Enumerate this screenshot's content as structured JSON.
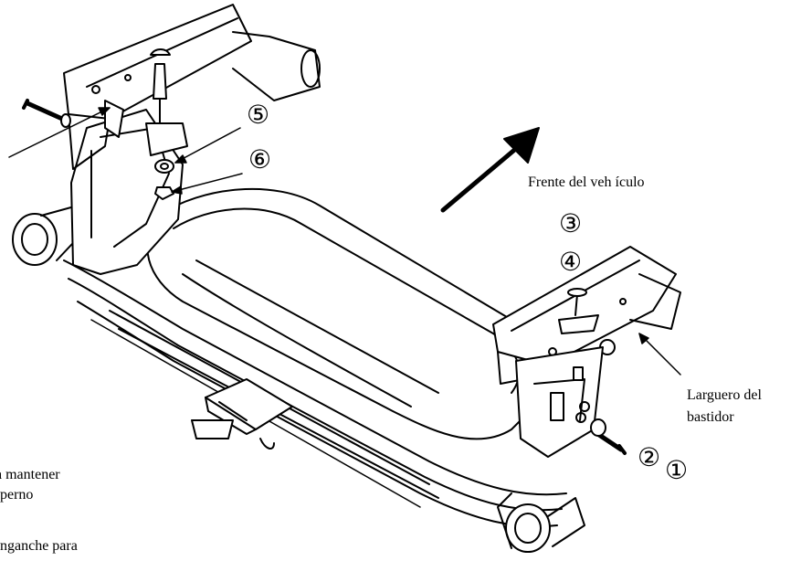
{
  "labels": {
    "vehicle_front": "Frente del veh ículo",
    "frame_rail_line1": "Larguero del",
    "frame_rail_line2": "bastidor",
    "partial_line1": "a mantener",
    "partial_line2": "perno",
    "partial_line3": "nganche para"
  },
  "callouts": {
    "c1": "①",
    "c2": "②",
    "c3": "③",
    "c4": "④",
    "c5": "⑤",
    "c6": "⑥"
  },
  "colors": {
    "line": "#000000",
    "fill": "#ffffff",
    "shade": "#f2f2f2"
  }
}
